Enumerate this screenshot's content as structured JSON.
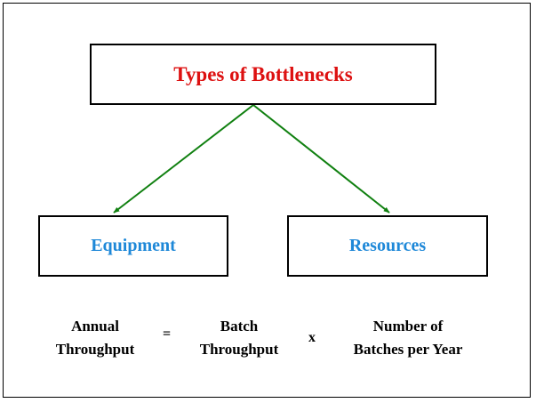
{
  "colors": {
    "title": "#dd1111",
    "node": "#1e88d8",
    "arrow": "#108010",
    "text": "#000000"
  },
  "diagram": {
    "title": "Types of Bottlenecks",
    "children": [
      {
        "label": "Equipment"
      },
      {
        "label": "Resources"
      }
    ]
  },
  "equation": {
    "term1_line1": "Annual",
    "term1_line2": "Throughput",
    "equals": "=",
    "term2_line1": "Batch",
    "term2_line2": "Throughput",
    "times": "x",
    "term3_line1": "Number of",
    "term3_line2": "Batches per Year"
  }
}
